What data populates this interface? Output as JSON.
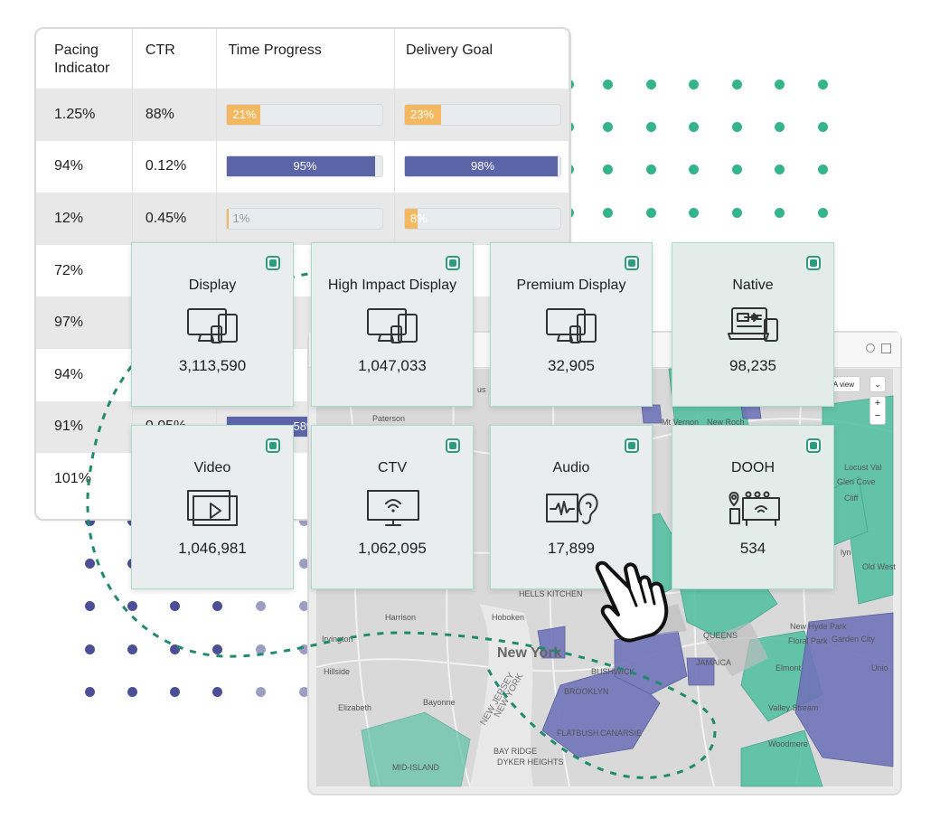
{
  "table": {
    "headers": [
      "Pacing\nIndicator",
      "CTR",
      "Time Progress",
      "Delivery Goal"
    ],
    "rows": [
      {
        "pacing": "1.25%",
        "ctr": "88%",
        "time": {
          "label": "21%",
          "pct": 21,
          "color": "#f4b860"
        },
        "goal": {
          "label": "23%",
          "pct": 23,
          "color": "#f4b860"
        }
      },
      {
        "pacing": "94%",
        "ctr": "0.12%",
        "time": {
          "label": "95%",
          "pct": 95,
          "color": "#5c64a8"
        },
        "goal": {
          "label": "98%",
          "pct": 98,
          "color": "#5c64a8"
        }
      },
      {
        "pacing": "12%",
        "ctr": "0.45%",
        "time": {
          "label": "1%",
          "pct": 1,
          "color": "#f4b860"
        },
        "goal": {
          "label": "8%",
          "pct": 8,
          "color": "#f4b860"
        }
      },
      {
        "pacing": "72%",
        "ctr": "",
        "time": null,
        "goal": null
      },
      {
        "pacing": "97%",
        "ctr": "",
        "time": null,
        "goal": null
      },
      {
        "pacing": "94%",
        "ctr": "",
        "time": null,
        "goal": null
      },
      {
        "pacing": "91%",
        "ctr": "0.05%",
        "time": {
          "label": "58%",
          "pct": 58,
          "color": "#5c64a8"
        },
        "goal": null
      },
      {
        "pacing": "101%",
        "ctr": "",
        "time": null,
        "goal": null
      }
    ]
  },
  "tiles": [
    {
      "name": "Display",
      "value": "3,113,590",
      "icon": "devices-icon"
    },
    {
      "name": "High Impact Display",
      "value": "1,047,033",
      "icon": "devices-icon"
    },
    {
      "name": "Premium Display",
      "value": "32,905",
      "icon": "devices-icon"
    },
    {
      "name": "Native",
      "value": "98,235",
      "icon": "native-ad-icon"
    },
    {
      "name": "Video",
      "value": "1,046,981",
      "icon": "video-icon"
    },
    {
      "name": "CTV",
      "value": "1,062,095",
      "icon": "ctv-icon"
    },
    {
      "name": "Audio",
      "value": "17,899",
      "icon": "audio-icon"
    },
    {
      "name": "DOOH",
      "value": "534",
      "icon": "dooh-icon"
    }
  ],
  "map": {
    "view_button": "A view",
    "zoom_in": "+",
    "zoom_out": "−",
    "labels": {
      "city": "New York",
      "paterson": "Paterson",
      "harrison": "Harrison",
      "hoboken": "Hoboken",
      "irvington": "Irvington",
      "hillside": "Hillside",
      "elizabeth": "Elizabeth",
      "bayonne": "Bayonne",
      "brooklyn": "BROOKLYN",
      "bushwick": "BUSHWICK",
      "queens": "QUEENS",
      "jamaica": "JAMAICA",
      "new_hyde_park": "New Hyde Park",
      "garden_city": "Garden City",
      "floral_park": "Floral Park",
      "elmont": "Elmont",
      "valley_stream": "Valley Stream",
      "woodmere": "Woodmere",
      "glen_cove": "Glen Cove",
      "locust": "Locust Val",
      "old_west": "Old West",
      "lyn": "lyn",
      "canarsie": "CANARSIE",
      "flatbush": "FLATBUSH",
      "bay_ridge": "BAY RIDGE",
      "dyker": "DYKER HEIGHTS",
      "mid_island": "MID-ISLAND",
      "new_jersey": "NEW JERSEY",
      "new_york_road": "NEW YORK",
      "hells": "HELLS KITCHEN",
      "mt_vernon": "Mt Vernon",
      "new_rochelle": "New Roch",
      "us": "us",
      "cliff": "Cliff",
      "union": "Unio"
    }
  },
  "colors": {
    "teal": "#56c1a3",
    "purple": "#6f74b8",
    "dot_green": "#35b38c",
    "dot_purple": "#4c4f95",
    "accent": "#1f8a6c"
  }
}
